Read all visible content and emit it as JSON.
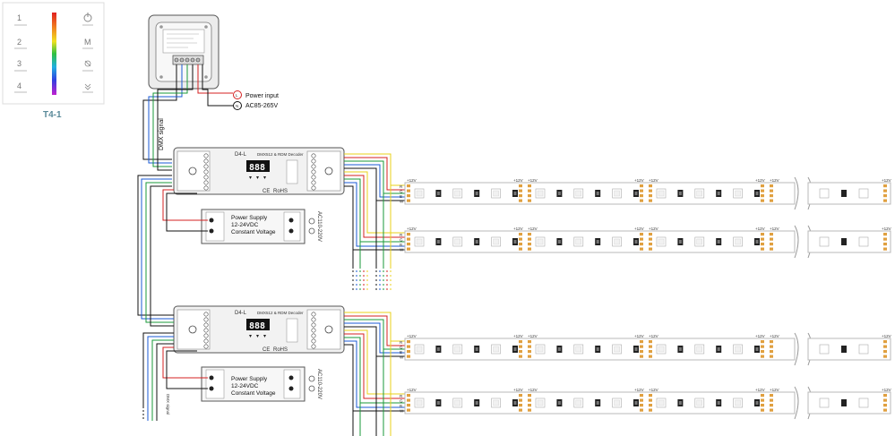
{
  "panel": {
    "keys": [
      "1",
      "2",
      "3",
      "4"
    ],
    "icons": [
      "power-icon",
      "mode-icon",
      "brightness-icon",
      "speed-icon"
    ],
    "mode_key": "M",
    "label": "T4-1"
  },
  "wall_controller": {
    "power_label": "Power input",
    "voltage_label": "AC85-265V",
    "L": "L",
    "N": "N"
  },
  "dmx_signal_label": "DMX signal",
  "decoders": [
    {
      "model": "D4-L",
      "title": "DMX512 & RDM Decoder",
      "display": "888",
      "ce": "CE",
      "rohs": "RoHS"
    },
    {
      "model": "D4-L",
      "title": "DMX512 & RDM Decoder",
      "display": "888",
      "ce": "CE",
      "rohs": "RoHS"
    }
  ],
  "power_supplies": [
    {
      "line1": "Power Supply",
      "line2": "12-24VDC",
      "line3": "Constant Voltage",
      "ac": "AC110-220V"
    },
    {
      "line1": "Power Supply",
      "line2": "12-24VDC",
      "line3": "Constant Voltage",
      "ac": "AC110-220V"
    }
  ],
  "strip": {
    "v_label": "+12V",
    "pins": [
      "R",
      "G",
      "B",
      "W"
    ]
  },
  "colors": {
    "red": "#d42020",
    "green": "#1a9a3a",
    "blue": "#1a5ad4",
    "yellow": "#e8d21a",
    "black": "#111111",
    "grey": "#7a7a7a",
    "strip_edge": "#b8b8b8"
  }
}
